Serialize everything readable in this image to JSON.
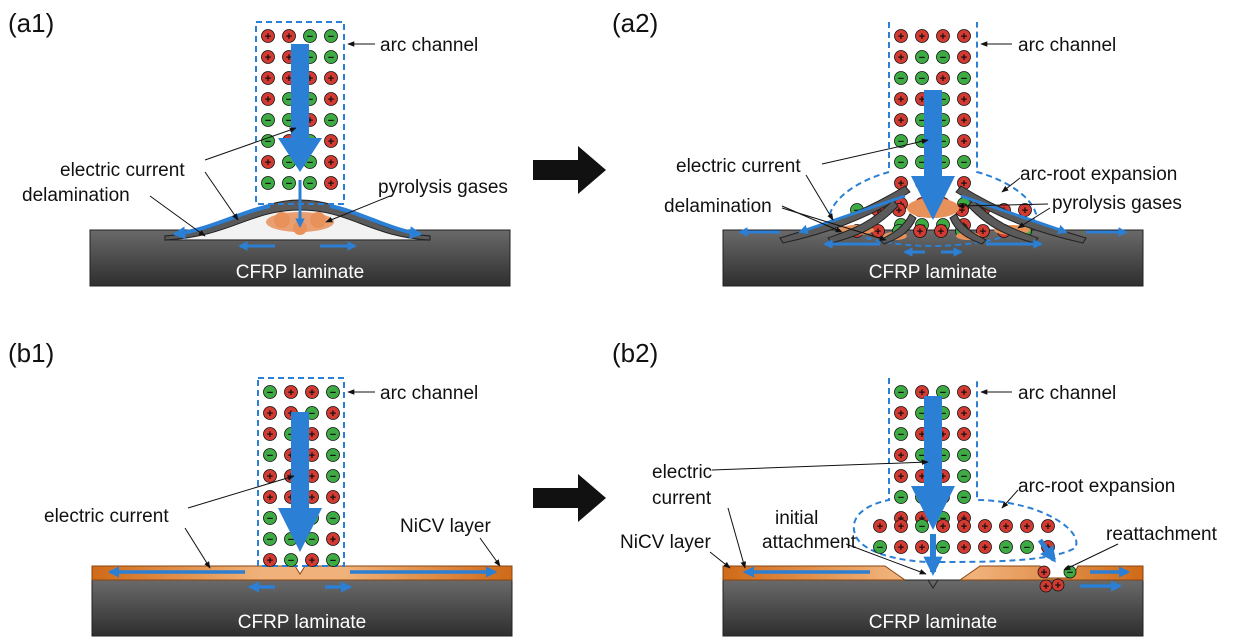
{
  "panels": {
    "a1": {
      "tag": "(a1)",
      "arc": "arc channel",
      "current": "electric current",
      "delam": "delamination",
      "gas": "pyrolysis gases",
      "laminate": "CFRP laminate"
    },
    "a2": {
      "tag": "(a2)",
      "arc": "arc channel",
      "current": "electric current",
      "expansion": "arc-root expansion",
      "delam": "delamination",
      "gas": "pyrolysis gases",
      "laminate": "CFRP laminate"
    },
    "b1": {
      "tag": "(b1)",
      "arc": "arc channel",
      "current": "electric current",
      "nicv": "NiCV layer",
      "laminate": "CFRP laminate"
    },
    "b2": {
      "tag": "(b2)",
      "arc": "arc channel",
      "current_l1": "electric",
      "current_l2": "current",
      "expansion": "arc-root expansion",
      "nicv": "NiCV layer",
      "initial_l1": "initial",
      "initial_l2": "attachment",
      "reattach": "reattachment",
      "laminate": "CFRP laminate"
    }
  },
  "colors": {
    "arrow": "#2b7fd4",
    "positive_ion": "#d23a32",
    "negative_ion": "#3eaa44",
    "laminate_top": "#6a6a6a",
    "laminate_bottom": "#2e2e2e",
    "nicv": "#d9731e",
    "gas": "#e8915a",
    "arc_border": "#2b7fd4"
  }
}
